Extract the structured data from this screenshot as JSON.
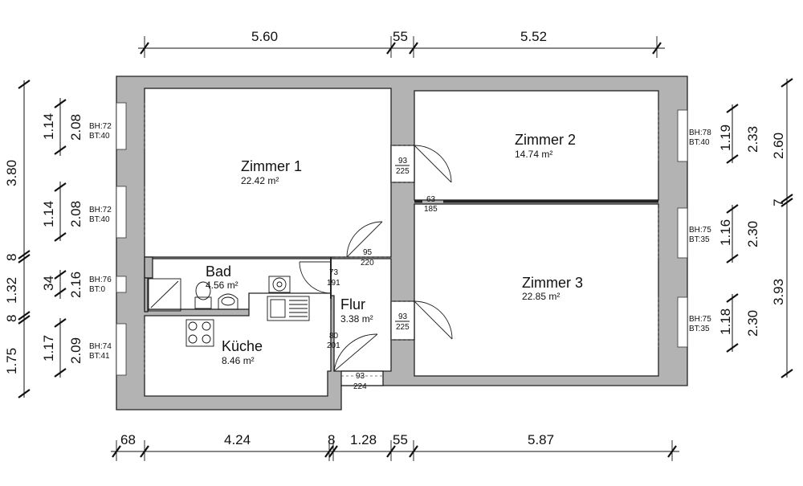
{
  "rooms": [
    {
      "name": "Zimmer 1",
      "area": "22.42 m²"
    },
    {
      "name": "Zimmer 2",
      "area": "14.74 m²"
    },
    {
      "name": "Zimmer 3",
      "area": "22.85 m²"
    },
    {
      "name": "Bad",
      "area": "4.56 m²"
    },
    {
      "name": "Küche",
      "area": "8.46 m²"
    },
    {
      "name": "Flur",
      "area": "3.38 m²"
    }
  ],
  "dims_top": [
    "5.60",
    "55",
    "5.52"
  ],
  "dims_bottom": [
    "68",
    "4.24",
    "8",
    "1.28",
    "55",
    "5.87"
  ],
  "dims_left_outer": [
    "3.80",
    "8",
    "1.32",
    "8",
    "1.75"
  ],
  "dims_left_inner1": [
    "1.14",
    "1.14",
    "34",
    "1.17"
  ],
  "dims_left_inner2": [
    "2.08",
    "2.08",
    "2.16",
    "2.09"
  ],
  "dims_right_inner1": [
    "1.19",
    "1.16",
    "1.18"
  ],
  "dims_right_inner2": [
    "2.33",
    "2.30",
    "2.30"
  ],
  "dims_right_outer": [
    "2.60",
    "7",
    "3.93"
  ],
  "windows_left": [
    {
      "bh": "BH:72",
      "bt": "BT:40"
    },
    {
      "bh": "BH:72",
      "bt": "BT:40"
    },
    {
      "bh": "BH:76",
      "bt": "BT:0"
    },
    {
      "bh": "BH:74",
      "bt": "BT:41"
    }
  ],
  "windows_right": [
    {
      "bh": "BH:78",
      "bt": "BT:40"
    },
    {
      "bh": "BH:75",
      "bt": "BT:35"
    },
    {
      "bh": "BH:75",
      "bt": "BT:35"
    }
  ],
  "doors": [
    {
      "w": "93",
      "h": "225"
    },
    {
      "w": "63",
      "h": "185"
    },
    {
      "w": "95",
      "h": "220"
    },
    {
      "w": "73",
      "h": "191"
    },
    {
      "w": "93",
      "h": "225"
    },
    {
      "w": "80",
      "h": "201"
    },
    {
      "w": "93",
      "h": "224"
    }
  ]
}
